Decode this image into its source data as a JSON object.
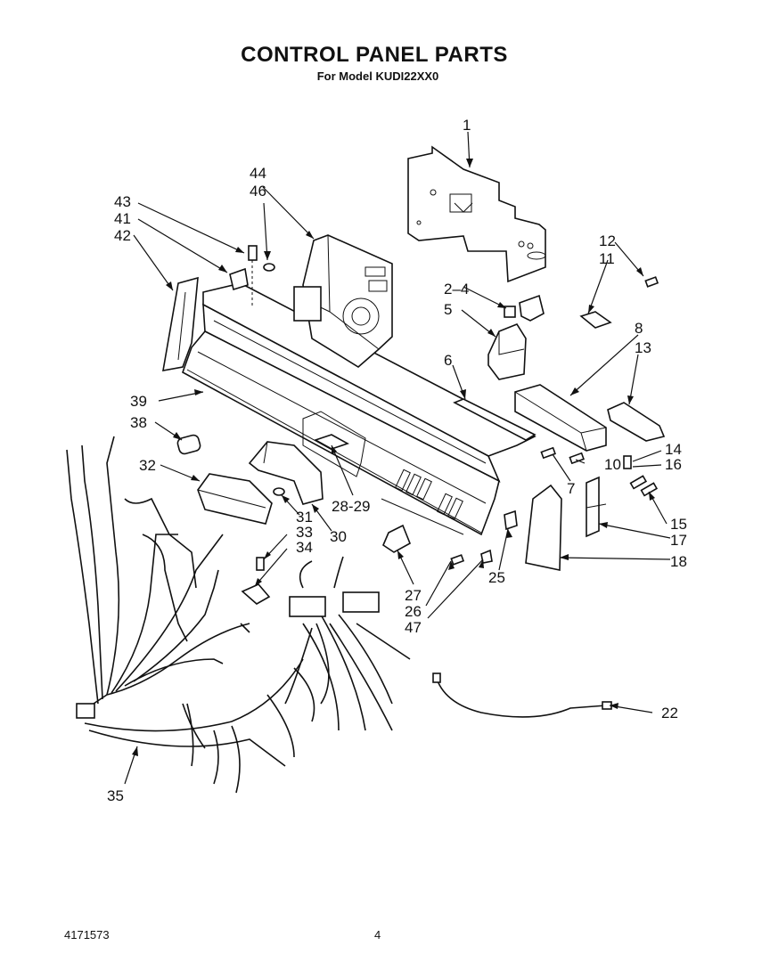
{
  "header": {
    "title": "CONTROL PANEL PARTS",
    "subtitle": "For Model KUDI22XX0"
  },
  "footer": {
    "doc_number": "4171573",
    "page_number": "4"
  },
  "callouts": {
    "c1": "1",
    "c2_4": "2–4",
    "c5": "5",
    "c6": "6",
    "c7": "7",
    "c8": "8",
    "c10": "10",
    "c11": "11",
    "c12": "12",
    "c13": "13",
    "c14": "14",
    "c15": "15",
    "c16": "16",
    "c17": "17",
    "c18": "18",
    "c22": "22",
    "c25": "25",
    "c26": "26",
    "c27": "27",
    "c28_29": "28-29",
    "c30": "30",
    "c31": "31",
    "c32": "32",
    "c33": "33",
    "c34": "34",
    "c35": "35",
    "c38": "38",
    "c39": "39",
    "c41": "41",
    "c42": "42",
    "c43": "43",
    "c44": "44",
    "c46": "46",
    "c47": "47"
  }
}
